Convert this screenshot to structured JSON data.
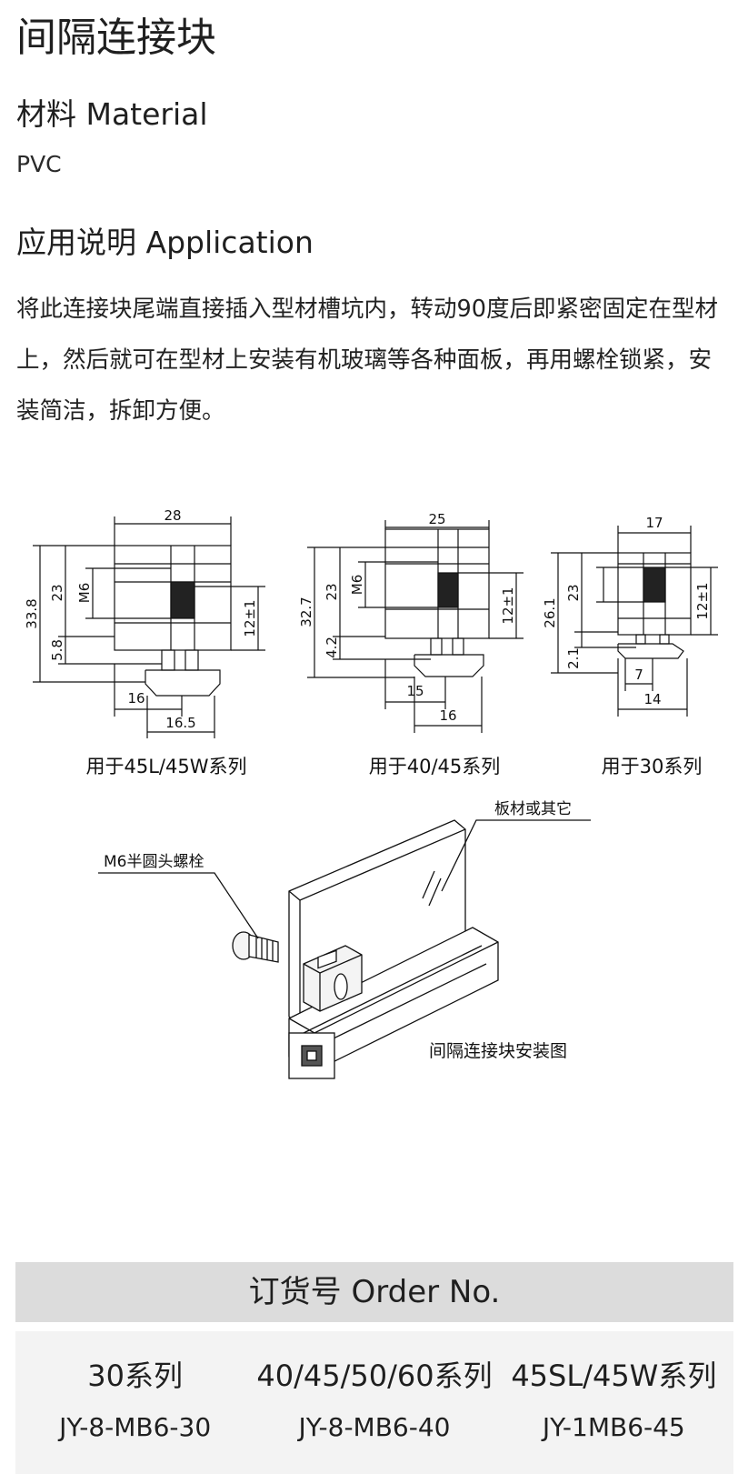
{
  "title": "间隔连接块",
  "material": {
    "heading": "材料 Material",
    "value": "PVC"
  },
  "application": {
    "heading": "应用说明 Application",
    "text": "将此连接块尾端直接插入型材槽坑内，转动90度后即紧密固定在型材上，然后就可在型材上安装有机玻璃等各种面板，再用螺栓锁紧，安装简洁，拆卸方便。"
  },
  "drawings": [
    {
      "caption": "用于45L/45W系列",
      "dims": {
        "width": "28",
        "height": "33.8",
        "inner": "23",
        "bolt": "M6",
        "tol": "12±1",
        "base": "5.8",
        "foot1": "16",
        "foot2": "16.5"
      }
    },
    {
      "caption": "用于40/45系列",
      "dims": {
        "width": "25",
        "height": "32.7",
        "inner": "23",
        "bolt": "M6",
        "tol": "12±1",
        "base": "4.2",
        "foot1": "15",
        "foot2": "16"
      }
    },
    {
      "caption": "用于30系列",
      "dims": {
        "width": "17",
        "height": "26.1",
        "inner": "23",
        "tol": "12±1",
        "base": "2.1",
        "foot1": "7",
        "foot2": "14"
      }
    }
  ],
  "installation": {
    "label_bolt": "M6半圆头螺栓",
    "label_panel": "板材或其它",
    "caption": "间隔连接块安装图"
  },
  "order": {
    "heading": "订货号 Order No.",
    "columns": [
      {
        "series": "30系列",
        "code": "JY-8-MB6-30"
      },
      {
        "series": "40/45/50/60系列",
        "code": "JY-8-MB6-40"
      },
      {
        "series": "45SL/45W系列",
        "code": "JY-1MB6-45"
      }
    ]
  }
}
